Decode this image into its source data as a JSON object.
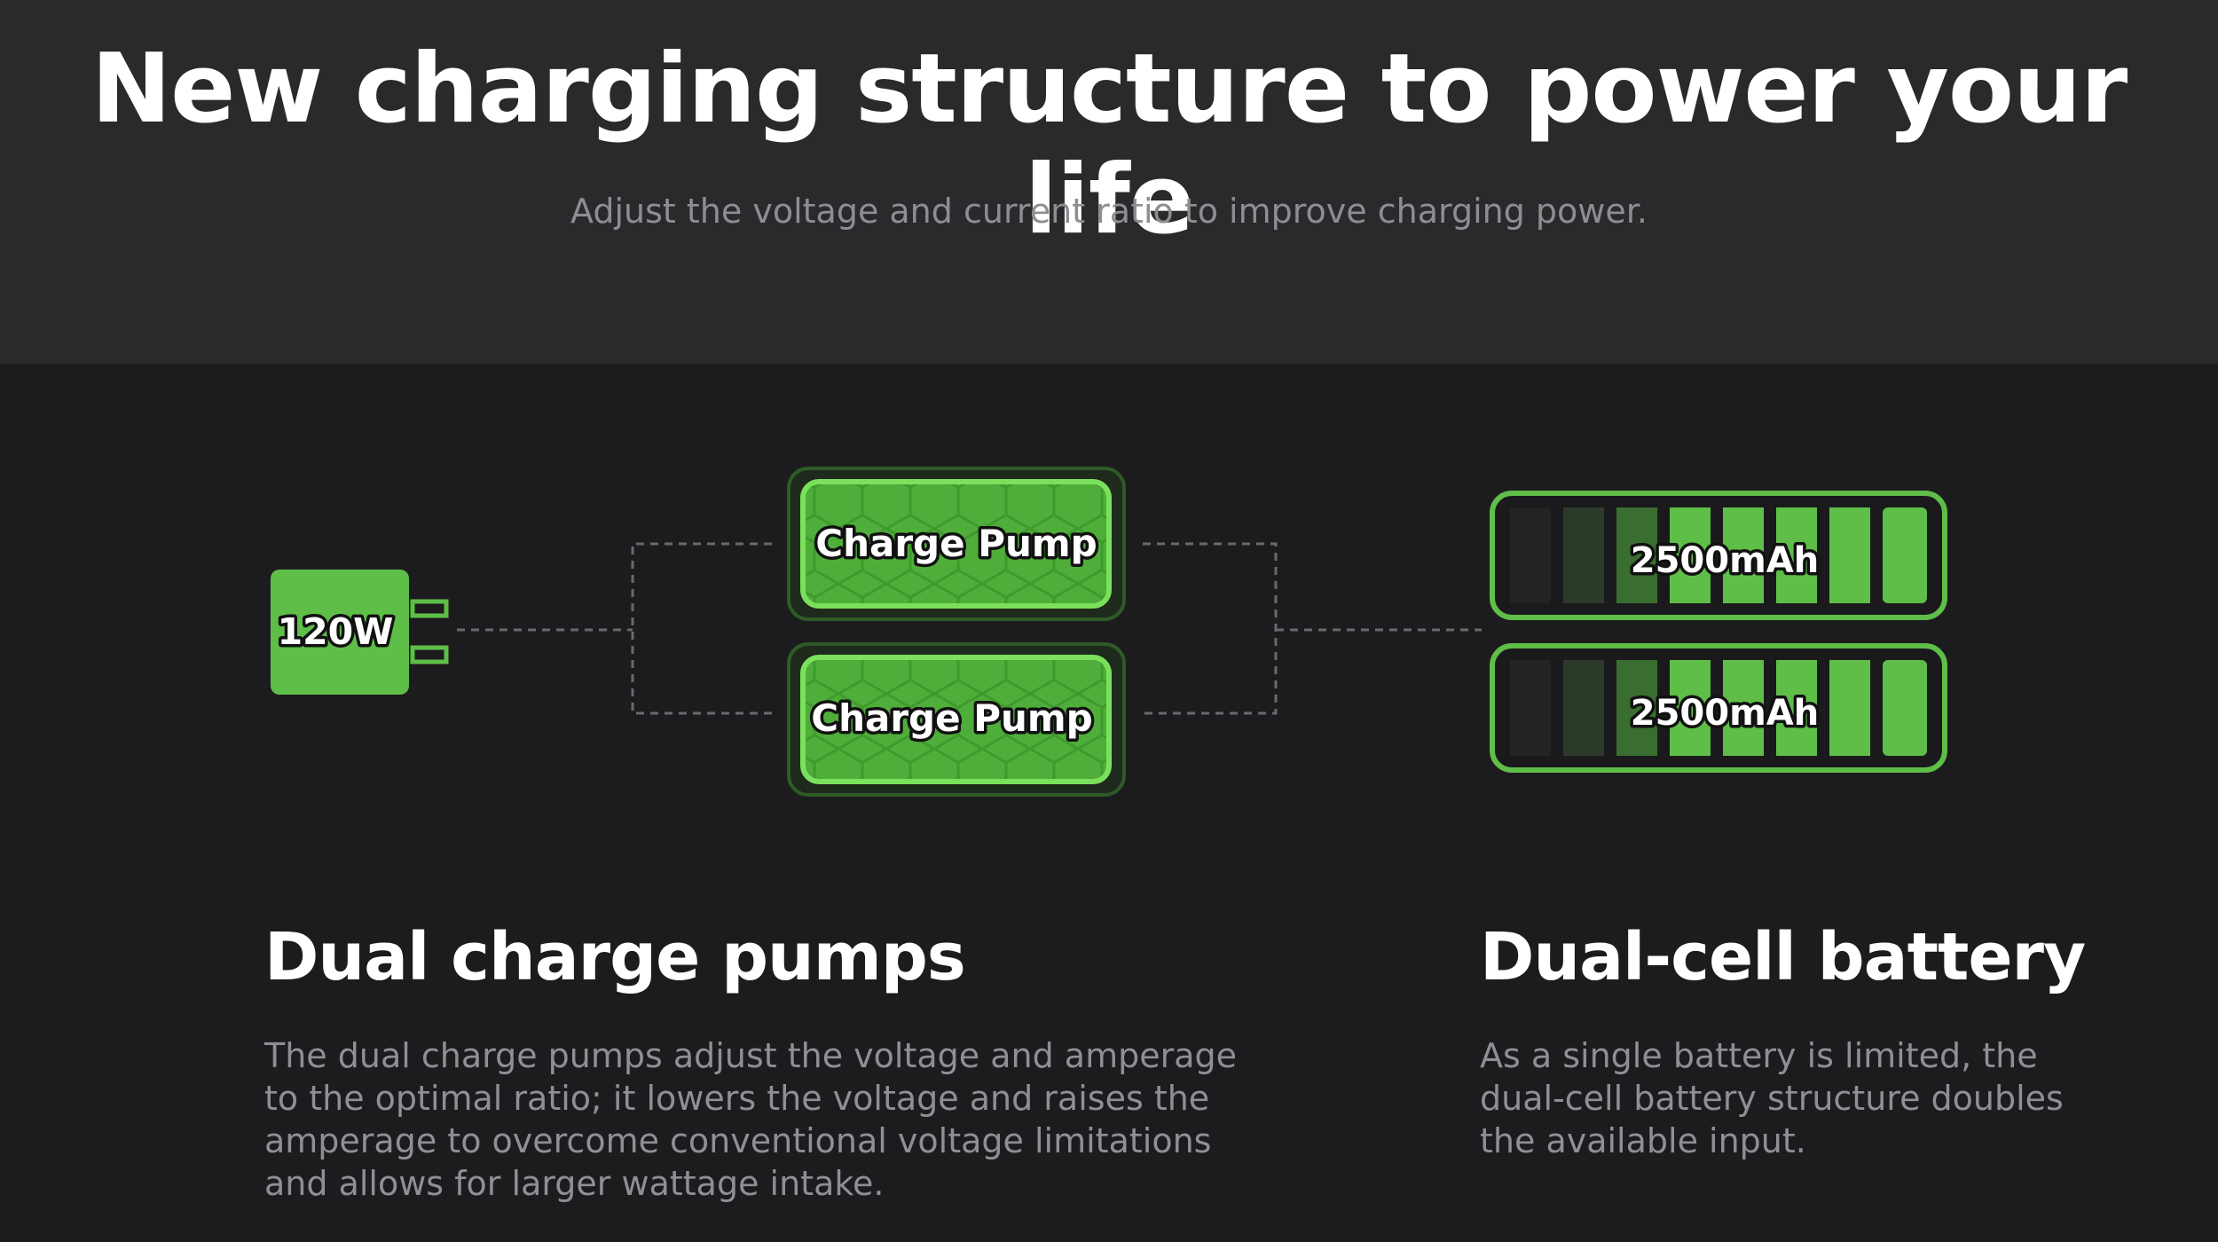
{
  "header": {
    "title": "New charging structure to power your life",
    "subtitle": "Adjust the voltage and current ratio to improve charging power."
  },
  "diagram": {
    "charger": {
      "label": "120W",
      "icon": "charger-icon"
    },
    "pumps": [
      {
        "label": "Charge Pump"
      },
      {
        "label": "Charge Pump"
      }
    ],
    "batteries": [
      {
        "label": "2500mAh",
        "segments": 8,
        "lit_segments": 5
      },
      {
        "label": "2500mAh",
        "segments": 8,
        "lit_segments": 5
      }
    ],
    "colors": {
      "accent": "#5fbe48",
      "accent_bright": "#6fd653",
      "panel_bg": "#1c1c1e",
      "header_bg": "#2a2a2c",
      "line": "#6a6a6e"
    }
  },
  "features": [
    {
      "title": "Dual charge pumps",
      "body": "The dual charge pumps adjust the voltage and amperage to the optimal ratio; it lowers the voltage and raises the amperage to overcome conventional voltage limitations and allows for larger wattage intake."
    },
    {
      "title": "Dual-cell battery",
      "body": "As a single battery is limited, the dual-cell battery structure doubles the available input."
    }
  ]
}
